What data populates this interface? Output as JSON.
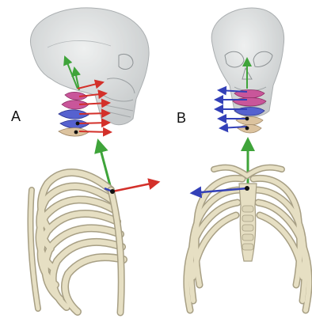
{
  "panels": [
    {
      "label": "A",
      "view": "lateral"
    },
    {
      "label": "B",
      "view": "anterior"
    }
  ],
  "colors": {
    "axis_x": "#d3302a",
    "axis_y": "#3fa43a",
    "axis_z": "#3340b8",
    "bone": "#e6dfc3",
    "bone_outline": "#a79f84",
    "skull_glass": "#d2d5d6",
    "vertebra_pink": "#c9569a",
    "vertebra_blue": "#5662cf",
    "vertebra_tan": "#dcc39f"
  }
}
